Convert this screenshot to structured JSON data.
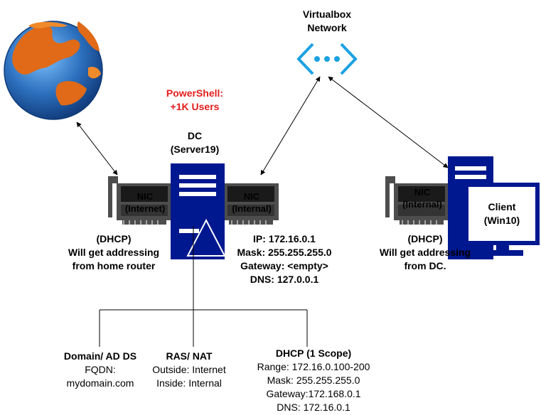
{
  "network": {
    "title_line1": "Virtualbox",
    "title_line2": "Network"
  },
  "powershell": {
    "line1": "PowerShell:",
    "line2": "+1K Users"
  },
  "dc": {
    "line1": "DC",
    "line2": "(Server19)",
    "nic_internet": {
      "line1": "NIC",
      "line2": "(Internet)"
    },
    "nic_internal": {
      "line1": "NIC",
      "line2": "(Internal)"
    },
    "internet_note": {
      "line1": "(DHCP)",
      "line2": "Will get addressing",
      "line3": "from home router"
    },
    "internal_config": {
      "ip": "IP: 172.16.0.1",
      "mask": "Mask: 255.255.255.0",
      "gateway": "Gateway: <empty>",
      "dns": "DNS: 127.0.0.1"
    }
  },
  "client": {
    "line1": "Client",
    "line2": "(Win10)",
    "nic_internal": {
      "line1": "NIC",
      "line2": "(Internal)"
    },
    "note": {
      "line1": "(DHCP)",
      "line2": "Will get addressing",
      "line3": "from DC."
    }
  },
  "services": {
    "adds": {
      "title": "Domain/ AD DS",
      "line1": "FQDN:",
      "line2": "mydomain.com"
    },
    "rasnat": {
      "title": "RAS/ NAT",
      "line1": "Outside: Internet",
      "line2": "Inside: Internal"
    },
    "dhcp": {
      "title": "DHCP (1 Scope)",
      "range": "Range: 172.16.0.100-200",
      "mask": "Mask: 255.255.255.0",
      "gateway": "Gateway:172.168.0.1",
      "dns": "DNS: 172.16.0.1"
    }
  },
  "colors": {
    "server_blue": "#00188f",
    "network_blue": "#1ba1e2",
    "nic_dark": "#4d4d4d",
    "nic_chip": "#1a1a1a",
    "globe_blue": "#2c6fbd",
    "globe_orange": "#e06a17",
    "accent_red": "#e51c1c"
  }
}
